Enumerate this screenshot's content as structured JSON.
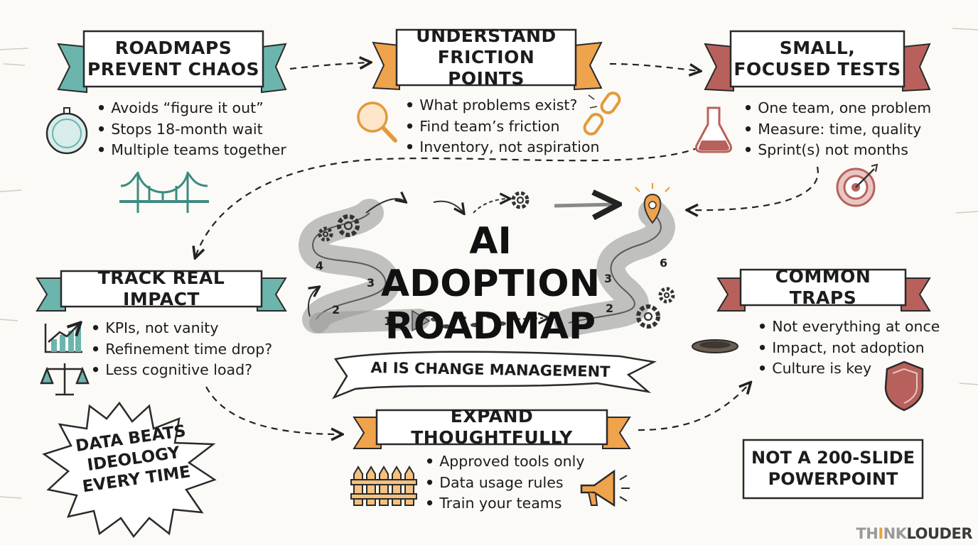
{
  "title": "AI ADOPTION ROADMAP",
  "banner": "AI IS CHANGE MANAGEMENT",
  "sections": {
    "roadmaps": {
      "title": "ROADMAPS PREVENT CHAOS",
      "items": [
        "Avoids “figure it out”",
        "Stops 18-month wait",
        "Multiple teams together"
      ],
      "color": "#6bb5ad"
    },
    "friction": {
      "title": "UNDERSTAND FRICTION POINTS",
      "items": [
        "What problems exist?",
        "Find team’s friction",
        "Inventory, not aspiration"
      ],
      "color": "#efa34d"
    },
    "tests": {
      "title": "SMALL, FOCUSED TESTS",
      "items": [
        "One team, one problem",
        "Measure: time, quality",
        "Sprint(s) not months"
      ],
      "color": "#b8615c"
    },
    "impact": {
      "title": "TRACK REAL IMPACT",
      "items": [
        "KPIs, not vanity",
        "Refinement time drop?",
        "Less cognitive load?"
      ],
      "color": "#6bb5ad"
    },
    "traps": {
      "title": "COMMON TRAPS",
      "items": [
        "Not everything at once",
        "Impact, not adoption",
        "Culture is key"
      ],
      "color": "#b8615c"
    },
    "expand": {
      "title": "EXPAND THOUGHTFULLY",
      "items": [
        "Approved tools only",
        "Data usage rules",
        "Train your teams"
      ],
      "color": "#efa34d"
    }
  },
  "callouts": {
    "data_beats": "DATA BEATS IDEOLOGY EVERY TIME",
    "not_powerpoint": "NOT A 200-SLIDE POWERPOINT"
  },
  "path_numbers": [
    "1",
    "2",
    "3",
    "4",
    "3",
    "2",
    "6"
  ],
  "brand": {
    "think": "TH",
    "i": "I",
    "nk": "NK",
    "louder": "LOUDER",
    "accent": "#e7a23a"
  },
  "icons": [
    "compass-icon",
    "bridge-icon",
    "magnifier-icon",
    "broken-chain-icon",
    "flask-icon",
    "target-icon",
    "line-chart-icon",
    "scales-icon",
    "pothole-icon",
    "shield-icon",
    "fence-icon",
    "megaphone-icon",
    "gear-icon",
    "location-pin-icon"
  ]
}
